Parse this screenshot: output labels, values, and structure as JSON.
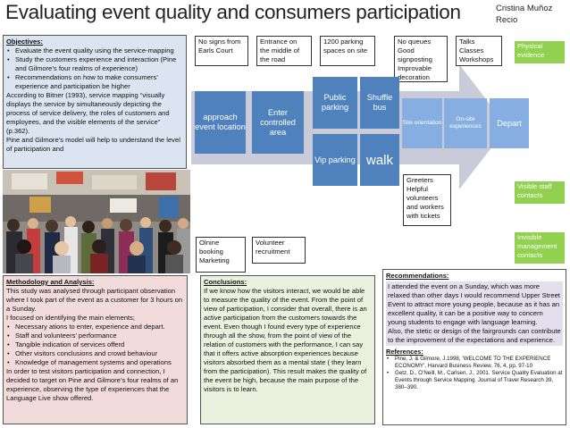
{
  "title": "Evaluating event quality and consumers participation",
  "author": "Cristina Muñoz Recio",
  "objectives": {
    "heading": "Objectives:",
    "bullets": [
      "Evaluate the event quality using the service-mapping",
      "Study the customers experience and interaction (Pine and Gilmore’s four realms of experience)",
      "Recommendations on how to make consumers’ experience and participation be higher"
    ],
    "body": "According to Bitner (1993), service mapping “visually displays the service by simultaneously depicting the process of service delivery, the roles of customers and employees, and the visible elements of the service” (p.362).",
    "body2": "Pine and Gilmore’s model will help to understand the level of participation and"
  },
  "diagram": {
    "notes": {
      "no_signs": "No signs from Earls Court",
      "entrance": "Entrance on the middle of the road",
      "parking_spaces": "1200 parking spaces on site",
      "no_queues": "No queues Good signposting Improvable decoration",
      "talks": "Talks Classes Workshops",
      "greeters": "Greeters Helpful volunteers and workers with tickets",
      "online": "Olnine booking Marketing",
      "volunteer": "Volunteer recruitment"
    },
    "stages": {
      "approach": "approach event location",
      "enter": "Enter controlled area",
      "public_parking": "Public parking",
      "shuffle_bus": "Shuffle bus",
      "vip_parking": "Vip parking",
      "walk": "walk",
      "site_orientation": "Site orientation",
      "onsite_experiences": "On-site experiences",
      "depart": "Depart"
    },
    "legend": {
      "physical": "Physical evidence",
      "visible": "Visible staff contacts",
      "invisible": "Invisible management contacts"
    },
    "colors": {
      "stage": "#4f81bd",
      "legend": "#92d050",
      "arrow": "#c9ccd8"
    }
  },
  "methodology": {
    "heading": "Methodology and Analysis:",
    "intro": "This study was analysed through participant observation where I took part of the event as a customer for 3 hours on a Sunday.",
    "focus": "I focused on identifying the main elements;",
    "bullets": [
      "Necessary ations to enter, experience and depart.",
      "Staff and volunteers’ performance",
      "Tangible indication of services offerd",
      "Other visitors conclusions and crowd behaviour",
      "Knowledge of management systems and operations"
    ],
    "body": "In order to test visitors participation and connection, I decided to target on Pine and Gilmore’s four realms of an experience, observing the type of experiences that the Language Live show offered."
  },
  "conclusions": {
    "heading": "Conclusions:",
    "body": "If we know how the visitors interact, we would be able to measure the quality of the event. From the point of view of participation, I consider that overall, there is an active participation from the customers towards the event. Even though I found every type of experience through all the show, from the point of view of the relation of customers with the performance, I can say that it offers active absorption experiences because visitors absorbed them as a mental state ( they learn from the participation). This result makes the quality of the event be high, because the main purpose of the visitors is to learn."
  },
  "recommendations": {
    "heading": "Recommendations:",
    "body": "I attended the event on a Sunday, which was more relaxed than other days I would recommend Upper Street Event to attract more young people, because as it has an excellent quality, it can be a positive way to concern young students to engage with language learning.",
    "body2": "Also, the stetic or design of the fairgrounds can contribute to the improvement of the expectations and experience."
  },
  "references": {
    "heading": "References:",
    "items": [
      "Pine, J. & Gilmore, J.1998, ‘WELCOME TO THE EXPERIENCE ECONOMY’, Harvard Business Review, 76, 4, pp. 97-10",
      "Getz, D., O’Neill, M., Carlsen, J., 2001. Service Quality Evaluation at Events through Service Mapping. Journal of Travel Research 39, 380–390."
    ]
  }
}
